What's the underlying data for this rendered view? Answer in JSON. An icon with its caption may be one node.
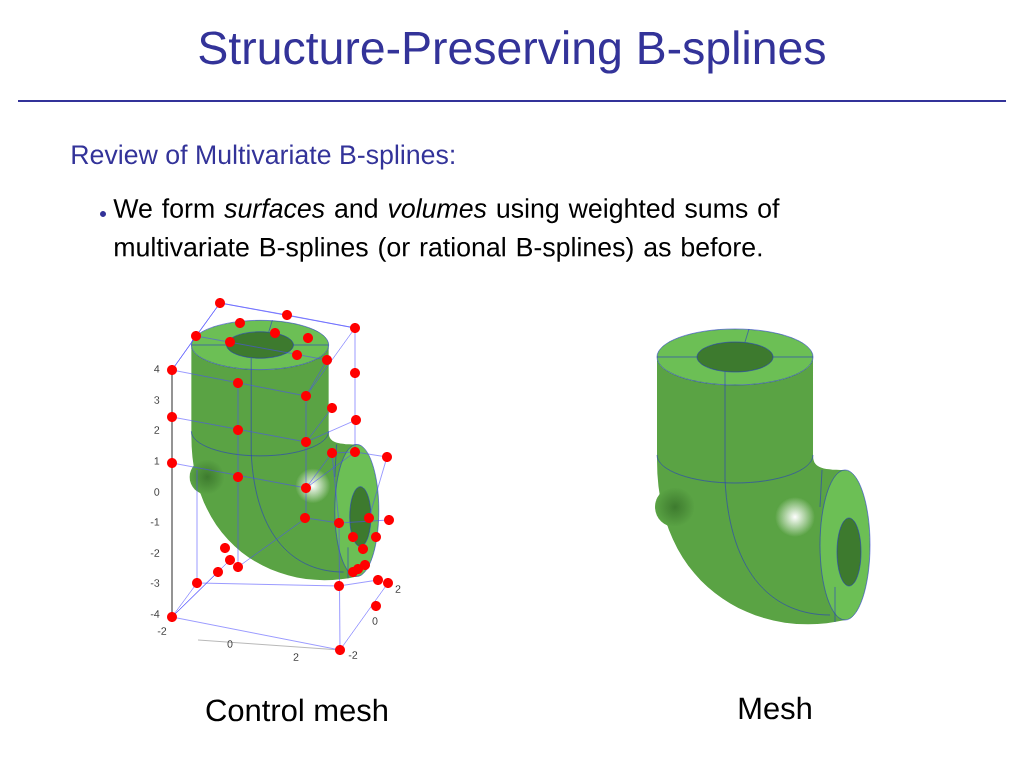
{
  "diagram": {
    "title": "Structure-Preserving B-splines",
    "labels": [
      "Review of Multivariate B-splines:",
      "We form *surfaces* and *volumes* using weighted sums of multivariate B-splines (or rational B-splines) as before.",
      "4",
      "3",
      "2",
      "1",
      "0",
      "-1",
      "-2",
      "-3",
      "-4",
      "-2",
      "0",
      "2",
      "2",
      "0",
      "-2",
      "Control mesh",
      "Mesh"
    ]
  }
}
